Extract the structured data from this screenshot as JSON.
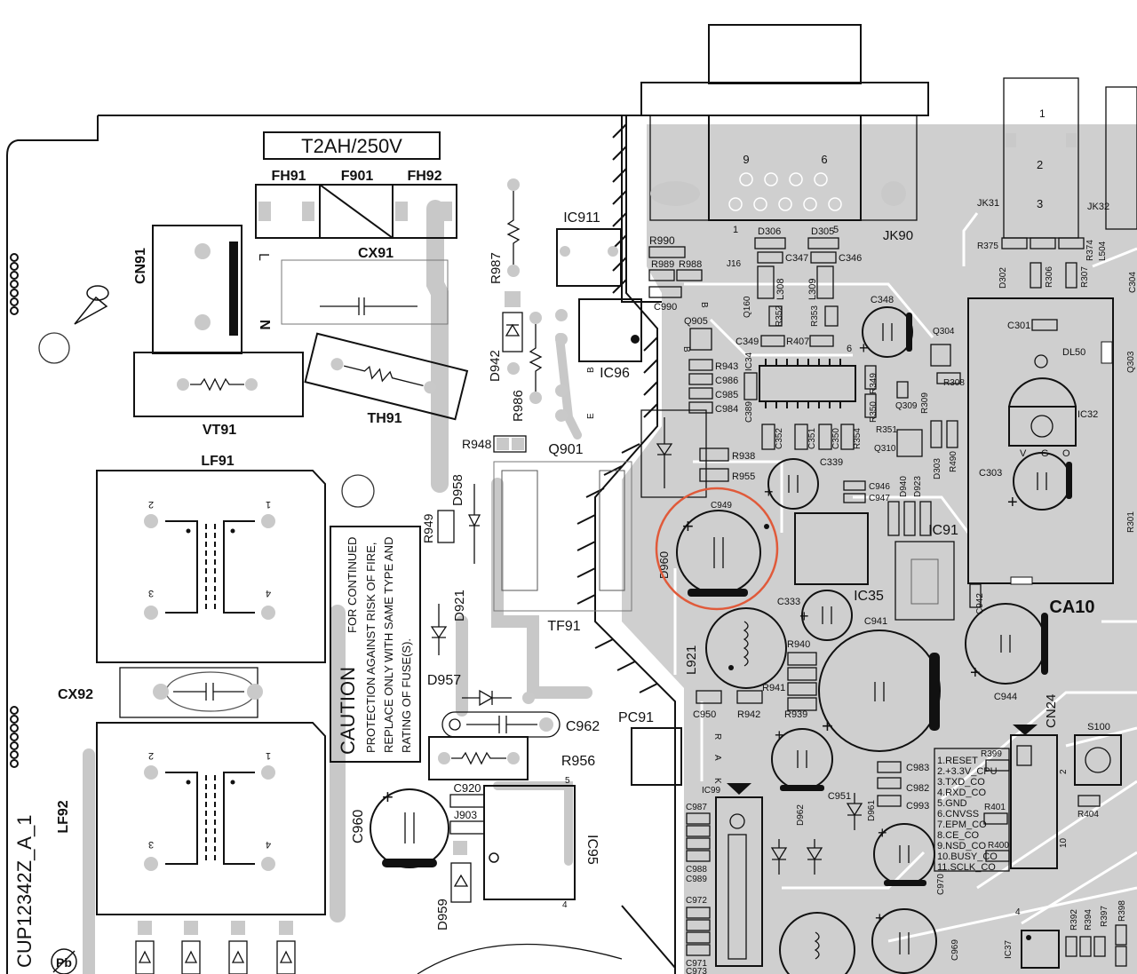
{
  "fuse_rating": "T2AH/250V",
  "labels": {
    "fh91": "FH91",
    "f901": "F901",
    "fh92": "FH92",
    "cx91": "CX91",
    "cn91": "CN91",
    "l": "L",
    "n": "N",
    "vt91": "VT91",
    "th91": "TH91",
    "lf91": "LF91",
    "lf92": "LF92",
    "cx92": "CX92",
    "ic911": "IC911",
    "ic96": "IC96",
    "r987": "R987",
    "r986": "R986",
    "d942": "D942",
    "b": "B",
    "e": "E",
    "q901": "Q901",
    "r948": "R948",
    "d958": "D958",
    "r949": "R949",
    "d921": "D921",
    "tf91": "TF91",
    "d957": "D957",
    "c962": "C962",
    "pc91": "PC91",
    "r956": "R956",
    "c960": "C960",
    "c920": "C920",
    "j903": "J903",
    "ic95": "IC95",
    "d959": "D959",
    "board_id": "CUP12342Z_A_1",
    "pb": "Pb",
    "jk90": "JK90",
    "pin9": "9",
    "pin6": "6",
    "pin1": "1",
    "pin5": "5",
    "r990": "R990",
    "r989": "R989",
    "r988": "R988",
    "c990": "C990",
    "d306": "D306",
    "d305": "D305",
    "c347": "C347",
    "c346": "C346",
    "j16": "J16",
    "q160": "Q160",
    "l308": "L308",
    "l309": "L309",
    "c348": "C348",
    "q905": "Q905",
    "c349": "C349",
    "r352": "R352",
    "r407": "R407",
    "r353": "R353",
    "ic34": "IC34",
    "r943": "R943",
    "c986": "C986",
    "c985": "C985",
    "c984": "C984",
    "c389": "C389",
    "r349": "R349",
    "q309": "Q309",
    "r309": "R309",
    "r350": "R350",
    "r351": "R351",
    "q310": "Q310",
    "r308": "R308",
    "q304": "Q304",
    "c352": "C352",
    "c351": "C351",
    "c350": "C350",
    "r354": "R354",
    "c339": "C339",
    "r938": "R938",
    "r955": "R955",
    "c949": "C949",
    "d960": "D960",
    "c946": "C946",
    "c947": "C947",
    "d940": "D940",
    "d923": "D923",
    "d303": "D303",
    "r490": "R490",
    "ic91": "IC91",
    "ic35": "IC35",
    "c333": "C333",
    "c941": "C941",
    "l921": "L921",
    "r940": "R940",
    "r941": "R941",
    "c950": "C950",
    "r942": "R942",
    "r939": "R939",
    "ic99": "IC99",
    "d962": "D962",
    "c951": "C951",
    "d961": "D961",
    "c987": "C987",
    "c988": "C988",
    "c989": "C989",
    "c972": "C972",
    "c971": "C971",
    "c973": "C973",
    "c983": "C983",
    "c982": "C982",
    "c993": "C993",
    "c970": "C970",
    "c969": "C969",
    "c942": "C942",
    "ca10": "CA10",
    "c944": "C944",
    "cn24": "CN24",
    "s100": "S100",
    "r399": "R399",
    "r401": "R401",
    "r400": "R400",
    "r404": "R404",
    "ic37": "IC37",
    "r392": "R392",
    "r394": "R394",
    "r397": "R397",
    "r398": "R398",
    "jk31": "JK31",
    "jk32": "JK32",
    "r375": "R375",
    "d302": "D302",
    "r306": "R306",
    "r307": "R307",
    "r374": "R374",
    "l504": "L504",
    "c301": "C301",
    "dl50": "DL50",
    "ic32": "IC32",
    "c303": "C303",
    "c304": "C304",
    "q303": "Q303",
    "r301": "R301",
    "v": "V",
    "g": "G",
    "o": "O",
    "pin2": "2",
    "pin3": "3",
    "pin4": "4",
    "pin10": "10",
    "r": "R",
    "a": "A",
    "k": "K"
  },
  "caution": {
    "title": "CAUTION",
    "lines": [
      "FOR CONTINUED",
      "PROTECTION AGAINST RISK OF FIRE,",
      "REPLACE ONLY WITH SAME TYPE AND",
      "RATING OF FUSE(S)."
    ]
  },
  "cn24_pins": [
    "1.RESET",
    "2.+3.3V_CPU",
    "3.TXD_CO",
    "4.RXD_CO",
    "5.GND",
    "6.CNVSS",
    "7.EPM_CO",
    "8.CE_CO",
    "9.NSD_CO",
    "10.BUSY_CO",
    "11.SCLK_CO"
  ],
  "highlight": {
    "component": "C949",
    "color": "#e05a3a"
  }
}
